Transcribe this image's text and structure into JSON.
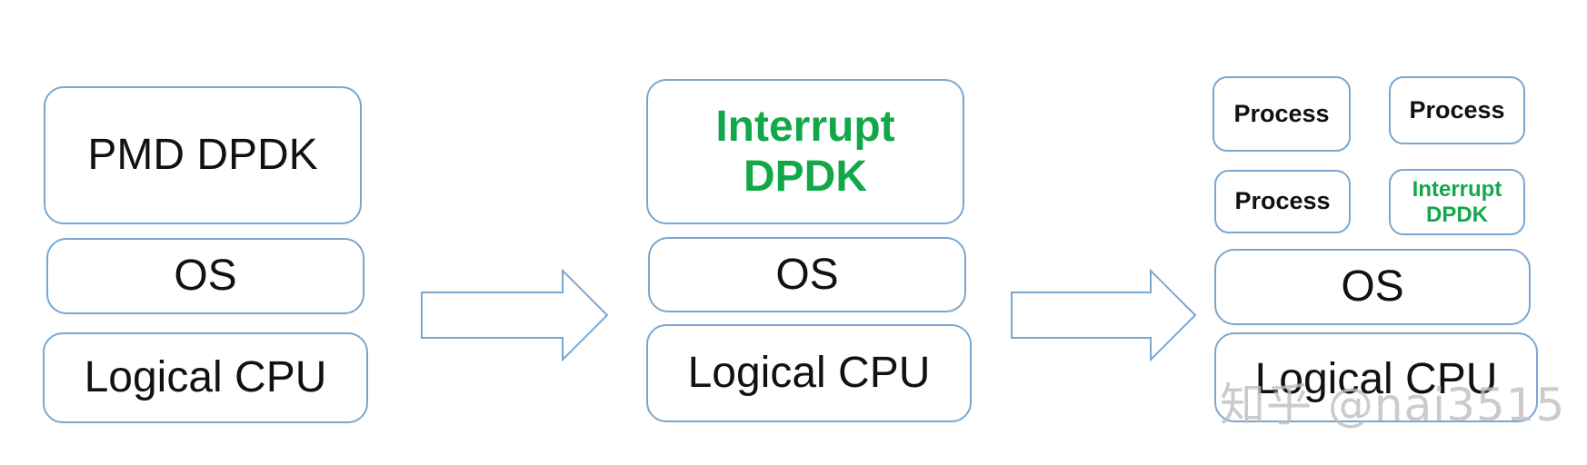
{
  "stack1": {
    "top": "PMD DPDK",
    "middle": "OS",
    "bottom": "Logical CPU"
  },
  "stack2": {
    "top": "Interrupt\nDPDK",
    "middle": "OS",
    "bottom": "Logical CPU"
  },
  "stack3": {
    "process_1": "Process",
    "process_2": "Process",
    "process_3": "Process",
    "interrupt": "Interrupt\nDPDK",
    "middle": "OS",
    "bottom": "Logical CPU"
  },
  "watermark": "知乎 @nai3515",
  "colors": {
    "border": "#7aa7cf",
    "highlight_text": "#12a84a",
    "text": "#111111"
  }
}
